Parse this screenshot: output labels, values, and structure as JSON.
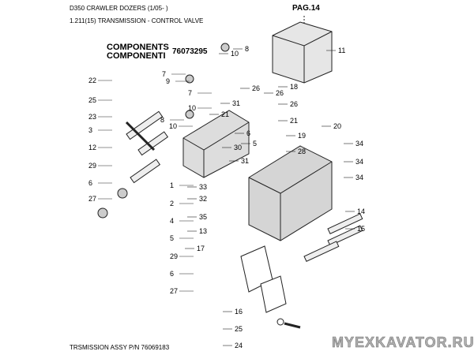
{
  "header": {
    "line1": "D350 CRAWLER DOZERS (1/05- )",
    "line2": "1.211(15) TRANSMISSION - CONTROL VALVE"
  },
  "components": {
    "label_en": "COMPONENTS",
    "label_it": "COMPONENTI",
    "part_number": "76073295"
  },
  "page_ref": "PAG.14",
  "footer": "TRSMISSION ASSY P/N 76069183",
  "watermark": "MYEXKAVATOR.RU",
  "callouts": [
    "11",
    "8",
    "10",
    "7",
    "9",
    "22",
    "25",
    "7",
    "10",
    "8",
    "10",
    "31",
    "21",
    "26",
    "26",
    "18",
    "26",
    "21",
    "20",
    "19",
    "28",
    "34",
    "34",
    "34",
    "6",
    "5",
    "30",
    "31",
    "23",
    "3",
    "12",
    "29",
    "6",
    "27",
    "1",
    "33",
    "32",
    "2",
    "4",
    "5",
    "29",
    "6",
    "27",
    "35",
    "13",
    "14",
    "15",
    "17",
    "16",
    "25",
    "24"
  ]
}
